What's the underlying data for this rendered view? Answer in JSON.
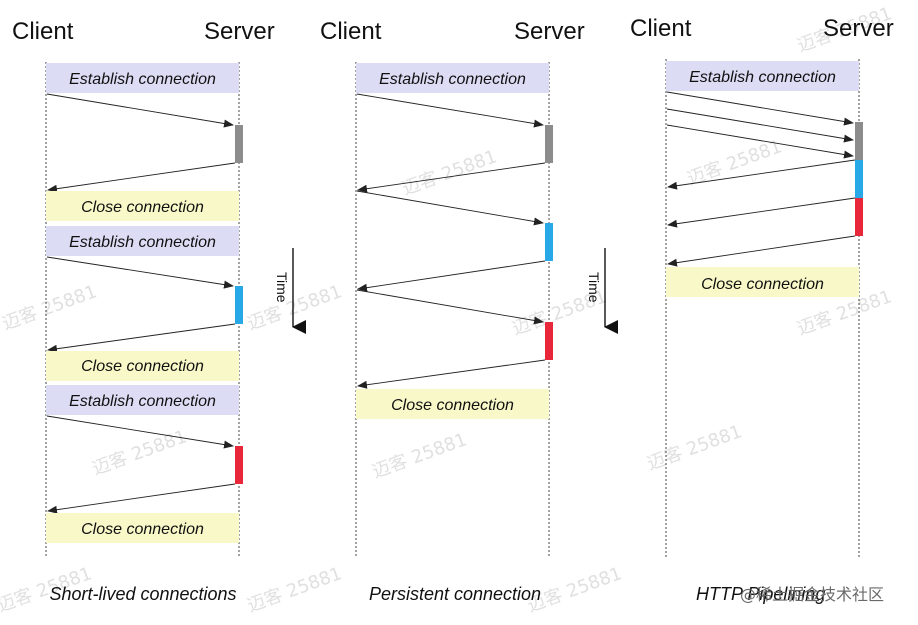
{
  "headers": {
    "client": "Client",
    "server": "Server"
  },
  "labels": {
    "establish": "Establish connection",
    "close": "Close connection",
    "time": "Time"
  },
  "captions": {
    "short_lived": "Short-lived connections",
    "persistent": "Persistent connection",
    "pipelining": "HTTP Pipelining"
  },
  "watermark": {
    "text": "迈客 25881",
    "brand": "@稀土掘金技术社区"
  },
  "colors": {
    "establish_fill": "#dcdcf5",
    "close_fill": "#f8f8c8",
    "processing_gray": "#8c8c8c",
    "processing_blue": "#29a8e8",
    "processing_red": "#e8283a",
    "line": "#222222"
  },
  "panels": [
    {
      "id": "short-lived",
      "requests": 3,
      "connections": 3
    },
    {
      "id": "persistent",
      "requests": 3,
      "connections": 1
    },
    {
      "id": "pipelining",
      "requests": 3,
      "connections": 1
    }
  ]
}
